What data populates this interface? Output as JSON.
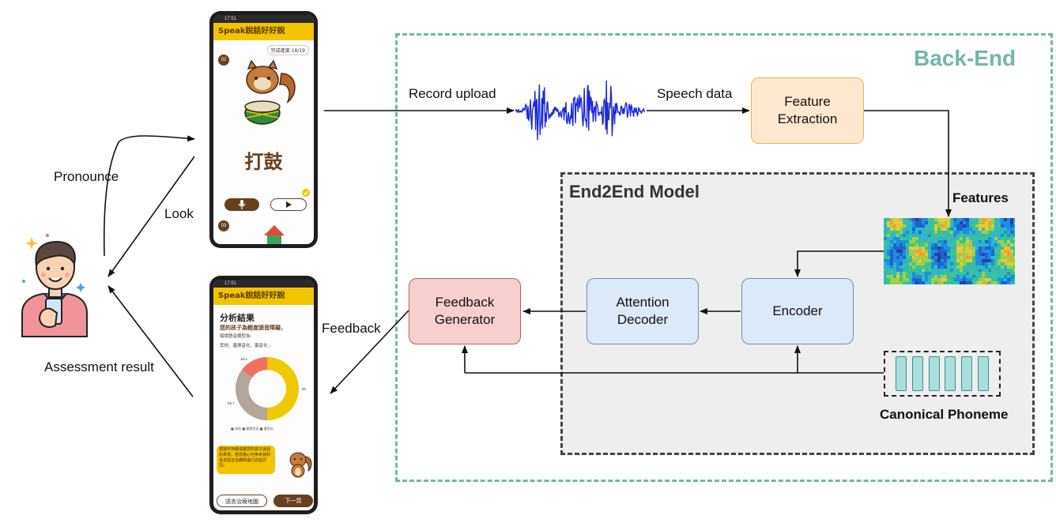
{
  "backend": {
    "title": "Back-End"
  },
  "model": {
    "title": "End2End Model"
  },
  "edges": {
    "pronounce": "Pronounce",
    "look": "Look",
    "assessment": "Assessment result",
    "record_upload": "Record upload",
    "speech_data": "Speech data",
    "feedback": "Feedback",
    "features": "Features"
  },
  "blocks": {
    "feature_extraction": [
      "Feature",
      "Extraction"
    ],
    "encoder": "Encoder",
    "attention_decoder": [
      "Attention",
      "Decoder"
    ],
    "feedback_generator": [
      "Feedback",
      "Generator"
    ],
    "canonical_phoneme": "Canonical Phoneme"
  },
  "phone_top": {
    "status": "17:51",
    "app_title": "Speak說話好好說",
    "progress": "完成進度:18/19",
    "badge_top": "02",
    "badge_bottom": "03",
    "word": "打鼓"
  },
  "phone_bottom": {
    "status": "17:51",
    "app_title": "Speak說話好好說",
    "result_title": "分析結果",
    "result_line1": "您的孩子為輕度語音障礙，",
    "result_line2": "錯誤語音類型為:",
    "result_line3": "其他、塞擦音化、塞音化 。",
    "donut_labels": {
      "a": "16.4",
      "b": "52.7",
      "c": "50"
    },
    "legend": "■ 其他  ■ 塞擦音化  ■ 塞音化",
    "advice": "建議可持續追蹤您的孩子說話的表現，若您擔心可參考資料尋求語言治療師進行語音評估。",
    "btn_map": "語言治療地圖",
    "btn_next": "下一頁"
  },
  "colors": {
    "backend_border": "#72b8a6",
    "model_border": "#444444",
    "model_fill": "#eeeeee",
    "feature_fill": "#fde8cf",
    "feature_border": "#e1b84a",
    "blue_fill": "#dce9f8",
    "blue_border": "#6b8fb8",
    "red_fill": "#f8cfcf",
    "red_border": "#c05a5a",
    "waveform": "#1b2bd6",
    "phoneme_fill": "#a9dede",
    "phoneme_border": "#3d8f8f",
    "app_yellow": "#f4c400",
    "app_brown": "#6a3f1c",
    "donut_yellow": "#f2c800",
    "donut_taupe": "#b5a59a",
    "donut_coral": "#f07060"
  }
}
